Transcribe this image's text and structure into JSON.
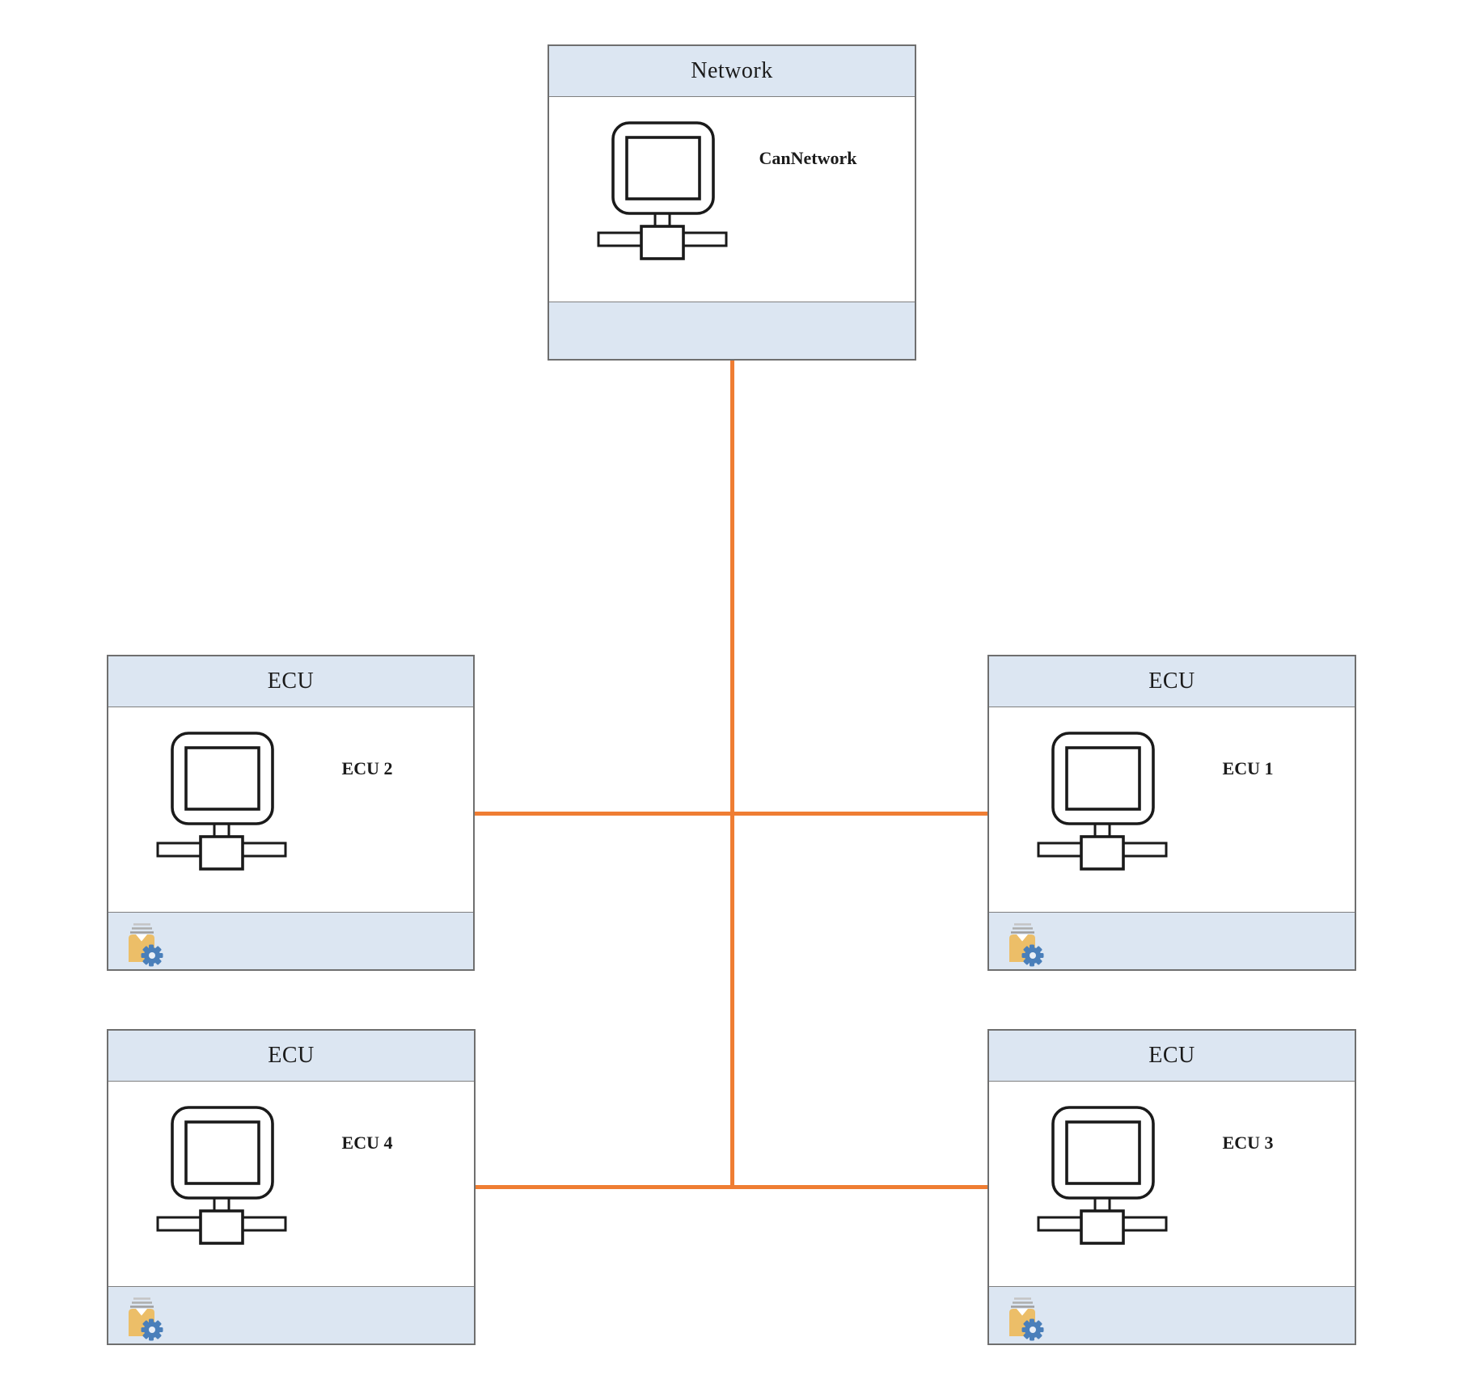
{
  "diagram": {
    "nodes": [
      {
        "id": "network",
        "header": "Network",
        "label": "CanNetwork"
      },
      {
        "id": "ecu2",
        "header": "ECU",
        "label": "ECU 2"
      },
      {
        "id": "ecu1",
        "header": "ECU",
        "label": "ECU 1"
      },
      {
        "id": "ecu4",
        "header": "ECU",
        "label": "ECU 4"
      },
      {
        "id": "ecu3",
        "header": "ECU",
        "label": "ECU 3"
      }
    ],
    "edges": [
      {
        "from": "CanNetwork",
        "to": "ECU 2"
      },
      {
        "from": "CanNetwork",
        "to": "ECU 1"
      },
      {
        "from": "CanNetwork",
        "to": "ECU 4"
      },
      {
        "from": "CanNetwork",
        "to": "ECU 3"
      }
    ],
    "icons": {
      "node_body": "network-computer-icon",
      "ecu_footer": "document-stack-gear-icon"
    },
    "colors": {
      "connector": "#EF7D33",
      "header-fill": "#DCE6F2",
      "node-border": "#6F6F6F",
      "divider": "#7F7F7F",
      "icon-stroke": "#1A1A1A",
      "folder-fill": "#ECBE68",
      "gear-fill": "#4A7FBA",
      "paper-line": "#9E9E9E"
    }
  }
}
